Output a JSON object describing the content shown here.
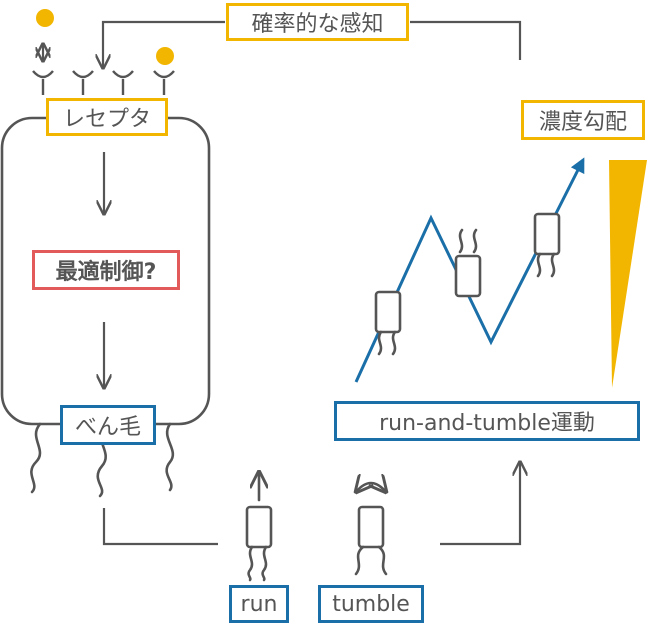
{
  "labels": {
    "probabilistic_sensing": "確率的な感知",
    "receptor": "レセプタ",
    "concentration_gradient": "濃度勾配",
    "optimal_control": "最適制御?",
    "flagella": "べん毛",
    "run_and_tumble": "run-and-tumble運動",
    "run": "run",
    "tumble": "tumble"
  },
  "colors": {
    "yellow": "#F2B600",
    "blue": "#1A6FA8",
    "red": "#E35A5A",
    "gray": "#555555"
  }
}
